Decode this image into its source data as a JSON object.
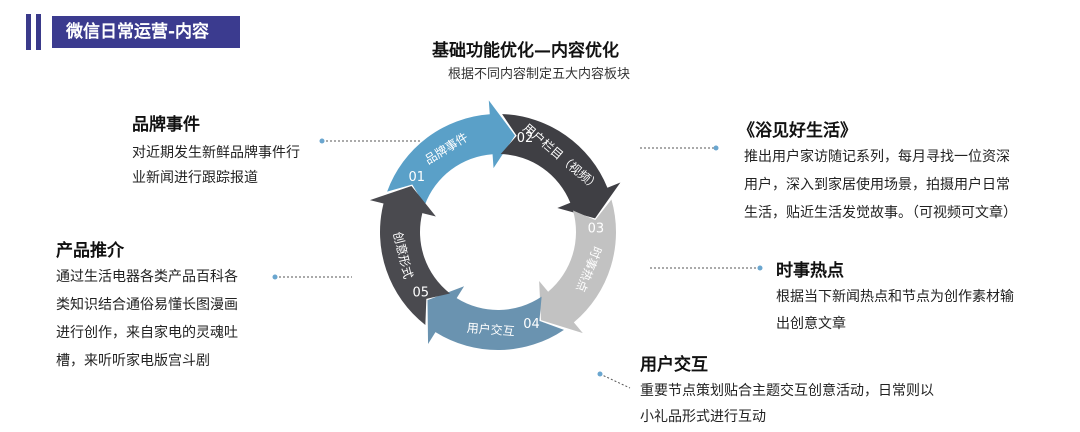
{
  "header": {
    "title": "微信日常运营-内容"
  },
  "top": {
    "title": "基础功能优化—内容优化",
    "subtitle": "根据不同内容制定五大内容板块"
  },
  "cycle": {
    "segments": [
      {
        "num": "01",
        "label": "品牌事件",
        "color": "#5aa0c8"
      },
      {
        "num": "02",
        "label": "用户栏目（视频）",
        "color": "#3f3f44"
      },
      {
        "num": "03",
        "label": "时事热点",
        "color": "#c2c2c2"
      },
      {
        "num": "04",
        "label": "用户交互",
        "color": "#6a93b0"
      },
      {
        "num": "05",
        "label": "创意形式",
        "color": "#4a4a4f"
      }
    ]
  },
  "blocks": {
    "brand": {
      "title": "品牌事件",
      "lines": [
        "对近期发生新鲜品牌事件行",
        "业新闻进行跟踪报道"
      ]
    },
    "product": {
      "title": "产品推介",
      "lines": [
        "通过生活电器各类产品百科各",
        "类知识结合通俗易懂长图漫画",
        "进行创作，来自家电的灵魂吐",
        "槽，来听听家电版宫斗剧"
      ]
    },
    "life": {
      "title": "《浴见好生活》",
      "lines": [
        "推出用户家访随记系列，每月寻找一位资深",
        "用户，深入到家居使用场景，拍摄用户日常",
        "生活，贴近生活发觉故事。（可视频可文章）"
      ]
    },
    "hot": {
      "title": "时事热点",
      "lines": [
        "根据当下新闻热点和节点为创作素材输",
        "出创意文章"
      ]
    },
    "interact": {
      "title": "用户交互",
      "lines": [
        "重要节点策划贴合主题交互创意活动，日常则以",
        "小礼品形式进行互动"
      ]
    }
  }
}
